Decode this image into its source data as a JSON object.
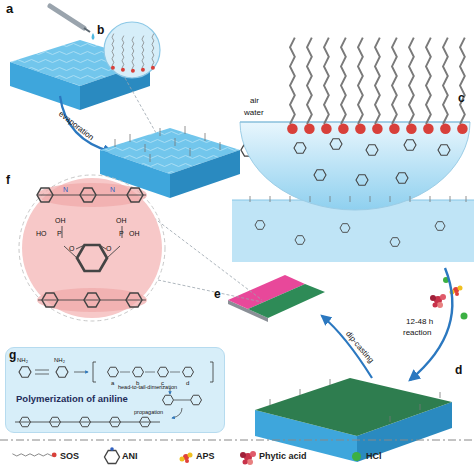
{
  "diagram": {
    "nodes": [
      {
        "text": [
          "Polymerization of aniline"
        ]
      }
    ],
    "labels": [
      "a",
      "b",
      "c",
      "d",
      "e",
      "f",
      "g",
      "evaporation",
      "air",
      "water",
      "12-48 h",
      "reaction",
      "dip-casting",
      "head-to-tail-dimerization",
      "propagation",
      "NH₂",
      "NH₂",
      "a",
      "b",
      "c",
      "d",
      "HO",
      "P",
      "OH",
      "O",
      "OH",
      "P",
      "OH",
      "O",
      "N",
      "N"
    ],
    "legend": [
      {
        "text": "SOS"
      },
      {
        "text": "ANI"
      },
      {
        "text": "APS"
      },
      {
        "text": "Phytic acid"
      },
      {
        "text": "HCl",
        "color": "#3cb043"
      }
    ]
  }
}
